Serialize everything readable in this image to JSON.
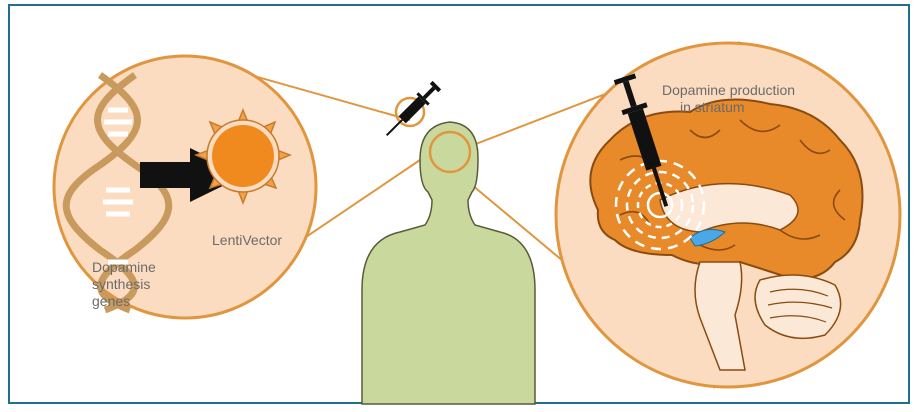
{
  "labels": {
    "genes_line1": "Dopamine",
    "genes_line2": "synthesis",
    "genes_line3": "genes",
    "vector": "LentiVector",
    "production_line1": "Dopamine production",
    "production_line2": "in striatum"
  },
  "colors": {
    "frame": "#1f6f8f",
    "circle_fill": "#fbdcc0",
    "outline": "#e0963f",
    "person": "#c9d99e",
    "brain": "#e8892a",
    "dna": "#c99a5e",
    "arrow": "#111111",
    "ventricle": "#4aa8e8",
    "label": "#6b6b6b"
  },
  "icons": [
    "dna-helix-icon",
    "arrow-icon",
    "virus-vector-icon",
    "syringe-icon",
    "brain-icon"
  ]
}
